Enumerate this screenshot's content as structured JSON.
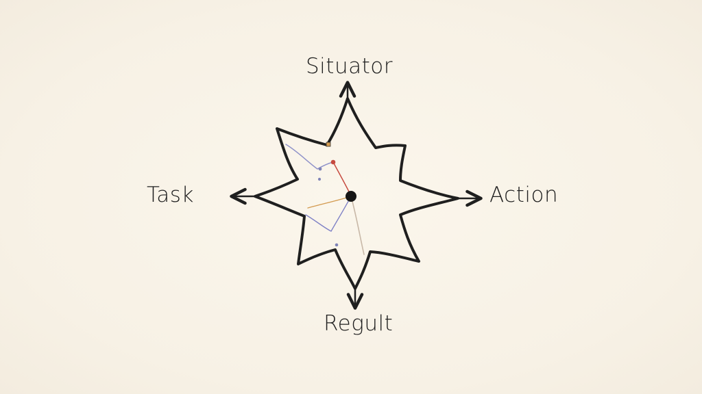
{
  "diagram": {
    "axes": {
      "top": "Situator",
      "left": "Task",
      "right": "Action",
      "bottom": "Regult"
    },
    "colors": {
      "background": "#f8f3e9",
      "stroke": "#1f1f1f",
      "accent_red": "#c64a3f",
      "accent_blue": "#8f92c9",
      "accent_orange": "#d39a4f"
    }
  }
}
